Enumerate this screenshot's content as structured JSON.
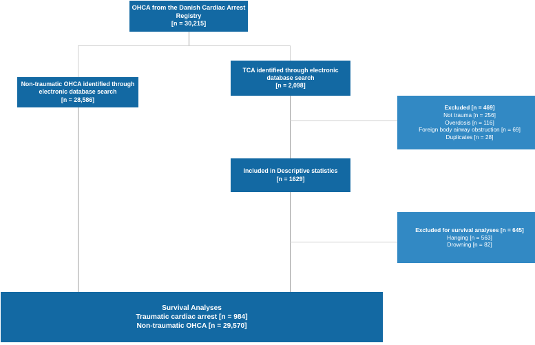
{
  "diagram": {
    "title": "OHCA study flow diagram",
    "colors": {
      "dark_blue": "#1369a3",
      "light_blue": "#3289c4",
      "connector": "#9d9d9d",
      "connector_faint": "#cfcfcf",
      "text": "#ffffff",
      "background": "#ffffff"
    },
    "nodes": {
      "source": {
        "name": "source-registry-box",
        "lines": [
          "OHCA from the Danish Cardiac Arrest",
          "Registry",
          "[n = 30,215]"
        ]
      },
      "non_traumatic": {
        "name": "non-traumatic-ohca-box",
        "lines": [
          "Non-traumatic OHCA identified through",
          "electronic database search",
          "[n =  28,586]"
        ]
      },
      "tca": {
        "name": "tca-identified-box",
        "lines": [
          "TCA identified through electronic",
          "database search",
          "[n = 2,098]"
        ]
      },
      "included": {
        "name": "included-descriptive-statistics-box",
        "lines": [
          "Included in Descriptive statistics",
          "[n = 1629]"
        ]
      },
      "excluded_initial": {
        "name": "excluded-initial-box",
        "heading": "Excluded [n = 469]",
        "lines": [
          "Not trauma [n = 256]",
          "Overdosis  [n = 116]",
          "Foreign body airway obstruction [n = 69]",
          "Duplicates [n =  28]"
        ]
      },
      "excluded_survival": {
        "name": "excluded-survival-analyses-box",
        "heading": "Excluded for survival analyses [n = 645]",
        "lines": [
          "Hanging [n = 563]",
          "Drowning  [n = 82]"
        ]
      },
      "survival": {
        "name": "survival-analyses-box",
        "lines": [
          "Survival Analyses",
          "Traumatic cardiac arrest [n = 984]",
          "Non-traumatic OHCA [n = 29,570]"
        ]
      }
    }
  }
}
